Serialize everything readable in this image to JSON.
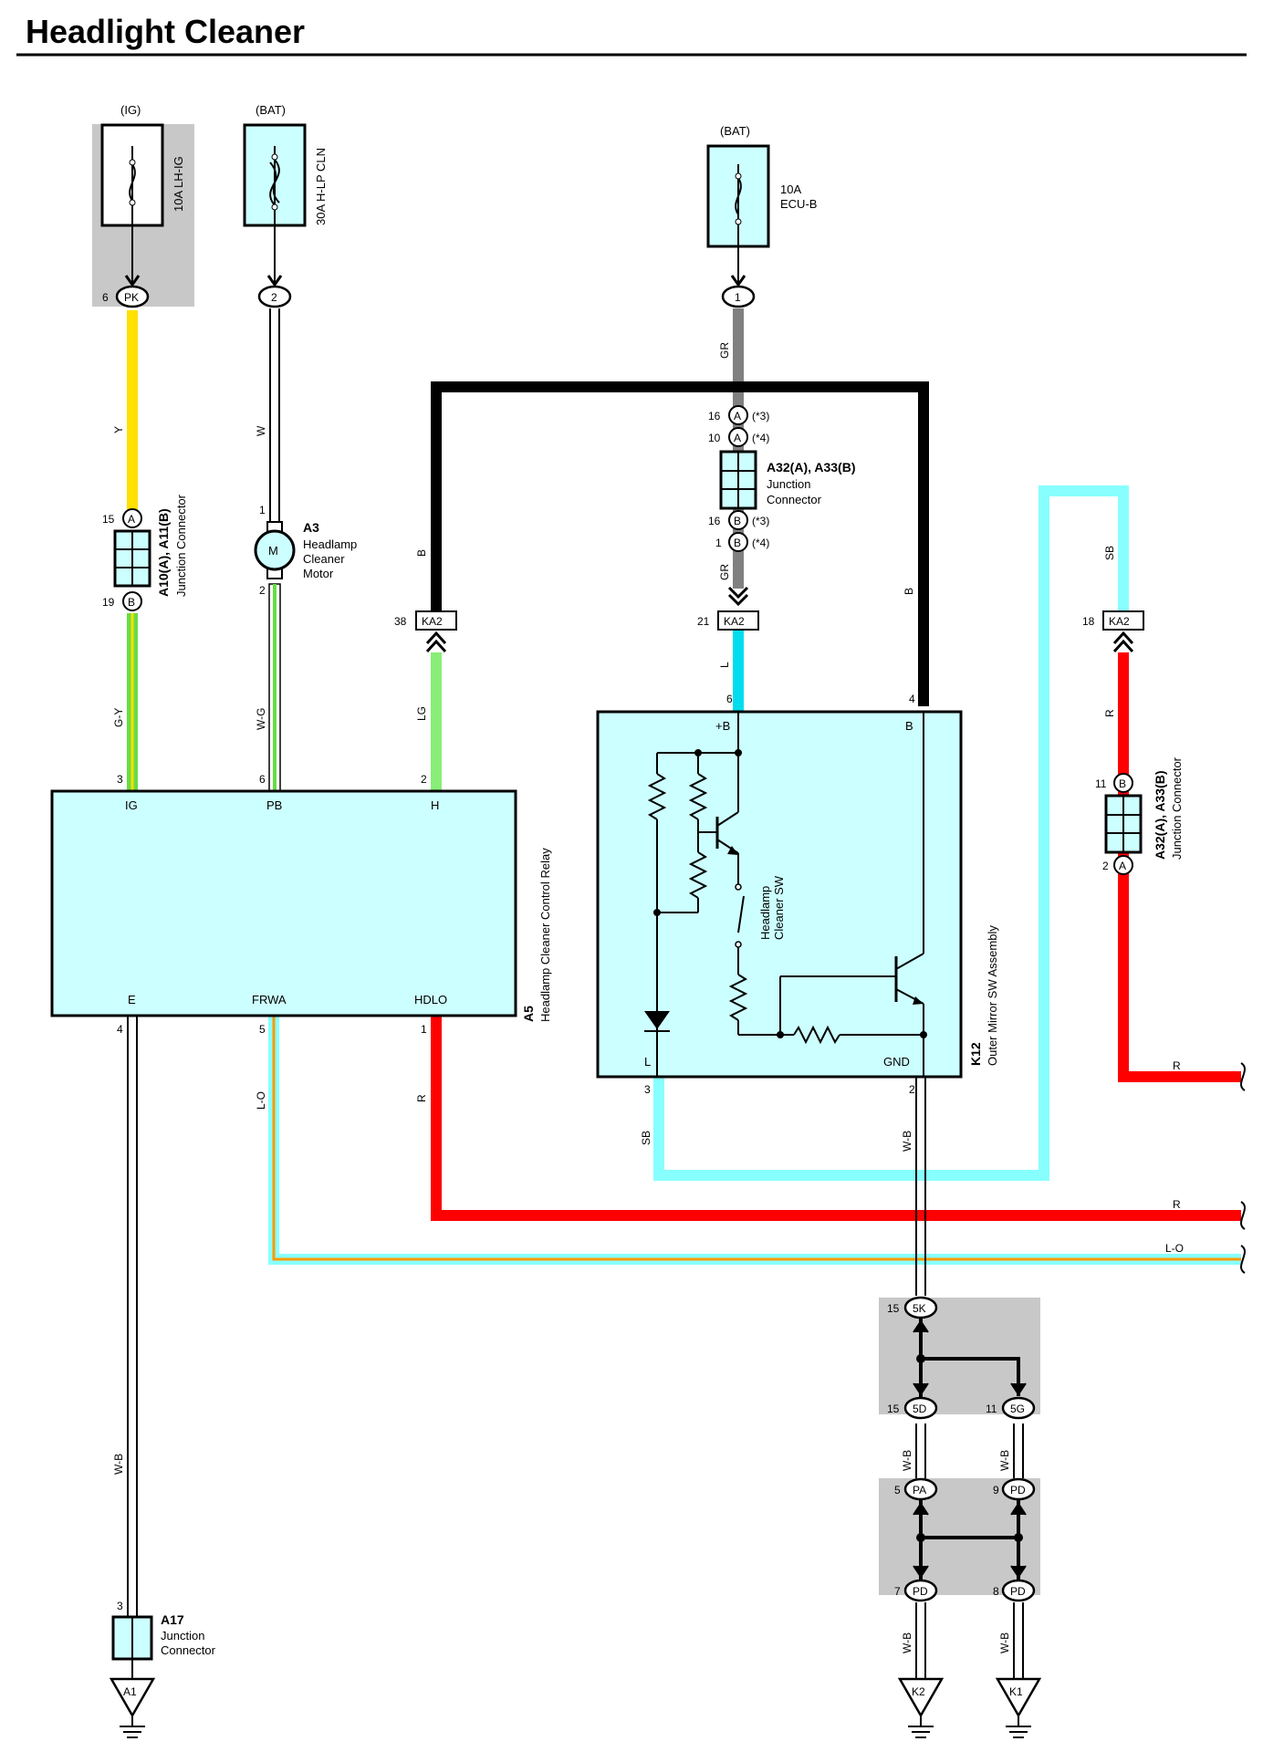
{
  "title": "Headlight Cleaner",
  "power": {
    "ig": "(IG)",
    "bat1": "(BAT)",
    "bat2": "(BAT)"
  },
  "fuses": {
    "lh_ig": "10A LH-IG",
    "hlp_cln": "30A H-LP CLN",
    "ecu_b_amp": "10A",
    "ecu_b_name": "ECU-B"
  },
  "pins": {
    "pk_num": "6",
    "pk": "PK",
    "j2": "2",
    "j1": "1",
    "a16": "16",
    "a16_note": "(*3)",
    "a10": "10",
    "a10_note": "(*4)",
    "b16": "16",
    "b16_note": "(*3)",
    "b1": "1",
    "b1_note": "(*4)",
    "a10a_15": "15",
    "a10a_19": "19",
    "m1": "1",
    "m2": "2",
    "ka2_38": "38",
    "ka2_21": "21",
    "ka2_18": "18",
    "k12_6": "6",
    "k12_4": "4",
    "k12_3": "3",
    "k12_2": "2",
    "a5_3": "3",
    "a5_6": "6",
    "a5_2": "2",
    "a5_4": "4",
    "a5_5": "5",
    "a5_1": "1",
    "a32_11": "11",
    "a32_2": "2",
    "a17_3": "3",
    "j5k": "15",
    "j5d": "15",
    "j5g": "11",
    "jpa": "5",
    "jpd9": "9",
    "jpd7": "7",
    "jpd8": "8"
  },
  "connectors": {
    "ka2": "KA2",
    "a": "A",
    "b": "B",
    "a10_a11_name": "A10(A), A11(B)",
    "a10_a11_desc": "Junction Connector",
    "a32_a33_name": "A32(A), A33(B)",
    "a32_a33_desc1": "Junction",
    "a32_a33_desc2": "Connector",
    "a32_a33_desc_rot": "Junction Connector",
    "a3_name": "A3",
    "a3_desc1": "Headlamp",
    "a3_desc2": "Cleaner",
    "a3_desc3": "Motor",
    "motor": "M",
    "a5_name": "A5",
    "a5_desc": "Headlamp Cleaner Control Relay",
    "k12_name": "K12",
    "k12_desc": "Outer Mirror SW Assembly",
    "sw_desc1": "Headlamp",
    "sw_desc2": "Cleaner SW",
    "a17_name": "A17",
    "a17_desc1": "Junction",
    "a17_desc2": "Connector",
    "j5k": "5K",
    "j5d": "5D",
    "j5g": "5G",
    "jpa": "PA",
    "jpd": "PD"
  },
  "relay_terminals": {
    "ig": "IG",
    "pb": "PB",
    "h": "H",
    "e": "E",
    "frwa": "FRWA",
    "hdlo": "HDLO"
  },
  "switch_terminals": {
    "b_plus": "+B",
    "b": "B",
    "l": "L",
    "gnd": "GND"
  },
  "wires": {
    "y": "Y",
    "w": "W",
    "gr1": "GR",
    "gr2": "GR",
    "b1": "B",
    "b2": "B",
    "sb1": "SB",
    "sb2": "SB",
    "l": "L",
    "gy": "G-Y",
    "wg": "W-G",
    "lg": "LG",
    "r1": "R",
    "r2": "R",
    "r3": "R",
    "r4": "R",
    "lo1": "L-O",
    "lo2": "L-O",
    "wb1": "W-B",
    "wb2": "W-B",
    "wb3": "W-B",
    "wb4": "W-B",
    "wb5": "W-B",
    "wb6": "W-B"
  },
  "grounds": {
    "a1": "A1",
    "k2": "K2",
    "k1": "K1"
  },
  "colors": {
    "box_fill": "#ccffff",
    "shade": "#c8c8c8",
    "yellow": "#ffe000",
    "red": "#ff0000",
    "green": "#66dd44",
    "lightgreen": "#88ee77",
    "cyan": "#00ddee",
    "skyblue": "#88ffff",
    "gray": "#808080",
    "orange": "#ff9900"
  }
}
